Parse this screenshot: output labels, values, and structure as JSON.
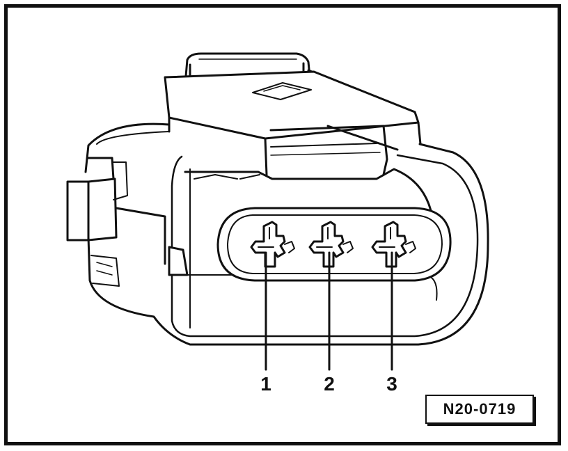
{
  "pin_labels": [
    "1",
    "2",
    "3"
  ],
  "figure_id": "N20-0719",
  "colors": {
    "ink": "#111111",
    "paper": "#ffffff",
    "shade": "#d9d9d9"
  }
}
